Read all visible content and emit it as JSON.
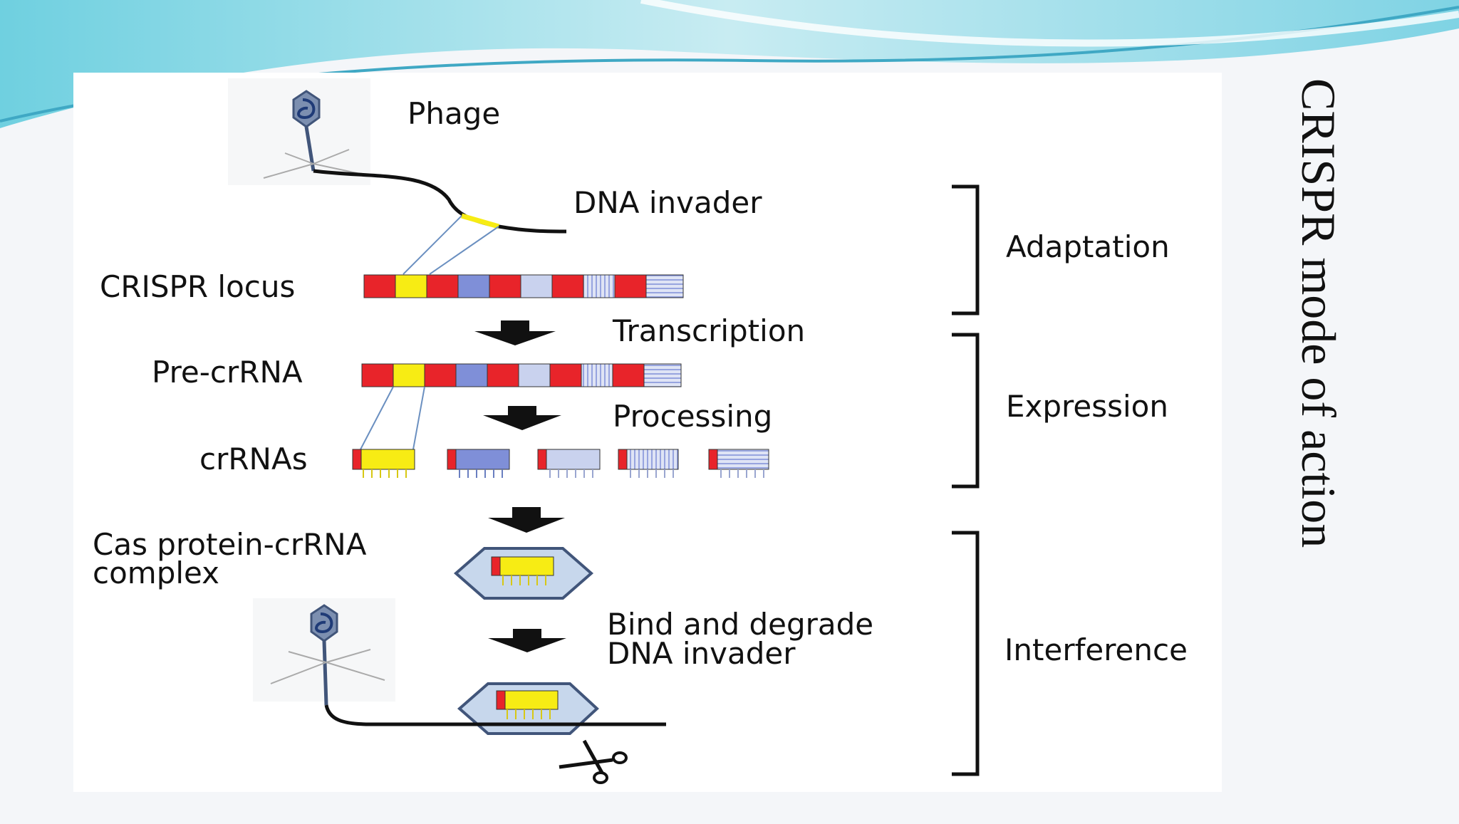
{
  "slide_title": "CRISPR mode of action",
  "diagram": {
    "phage": "Phage",
    "dna_invader": "DNA invader",
    "crispr_locus": "CRISPR locus",
    "transcription": "Transcription",
    "pre_crrna": "Pre-crRNA",
    "processing": "Processing",
    "crrnas": "crRNAs",
    "cas_complex_line1": "Cas protein-crRNA",
    "cas_complex_line2": "complex",
    "bind_line1": "Bind and degrade",
    "bind_line2": "DNA invader"
  },
  "stages": {
    "adaptation": "Adaptation",
    "expression": "Expression",
    "interference": "Interference"
  },
  "colors": {
    "repeat": "#e8242a",
    "spacer_yellow": "#f7ec14",
    "spacer_blue": "#7f8fd8",
    "spacer_light": "#c9d2ee",
    "banner": "#5fc6d8"
  }
}
